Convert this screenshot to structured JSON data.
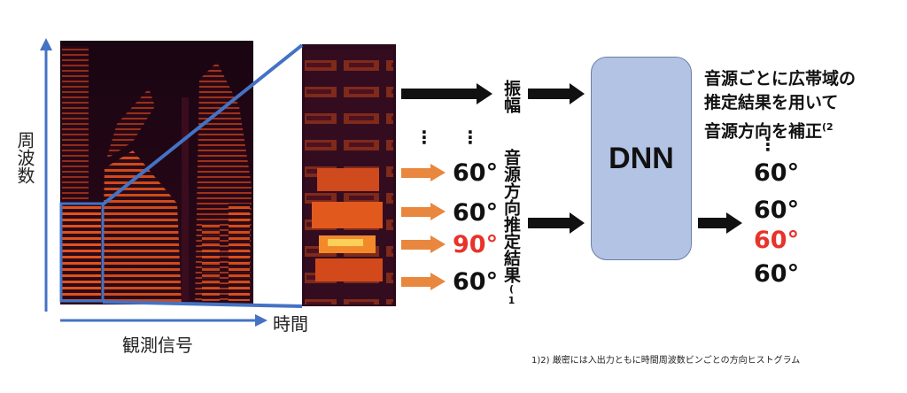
{
  "axes": {
    "y_label": "周波数",
    "x_label": "時間",
    "caption": "観測信号"
  },
  "flow": {
    "amplitude_label": "振幅",
    "direction_label": "音源方向推定結果",
    "direction_footnote": "(1",
    "dots": "⋮"
  },
  "estimates": [
    "60°",
    "60°",
    "90°",
    "60°"
  ],
  "dnn": {
    "label": "DNN"
  },
  "output": {
    "text_line1": "音源ごとに広帯域の",
    "text_line2": "推定結果を用いて",
    "text_line3": "音源方向を補正",
    "footnote": "(2",
    "dots": "⋮",
    "values": [
      "60°",
      "60°",
      "60°",
      "60°"
    ]
  },
  "footnote": "1)2) 厳密には入出力ともに時間周波数ビンごとの方向ヒストグラム",
  "colors": {
    "axis_blue": "#4472c4",
    "arrow_orange": "#e8873d",
    "highlight_red": "#e8322a",
    "dnn_fill": "#b3c3e4"
  }
}
